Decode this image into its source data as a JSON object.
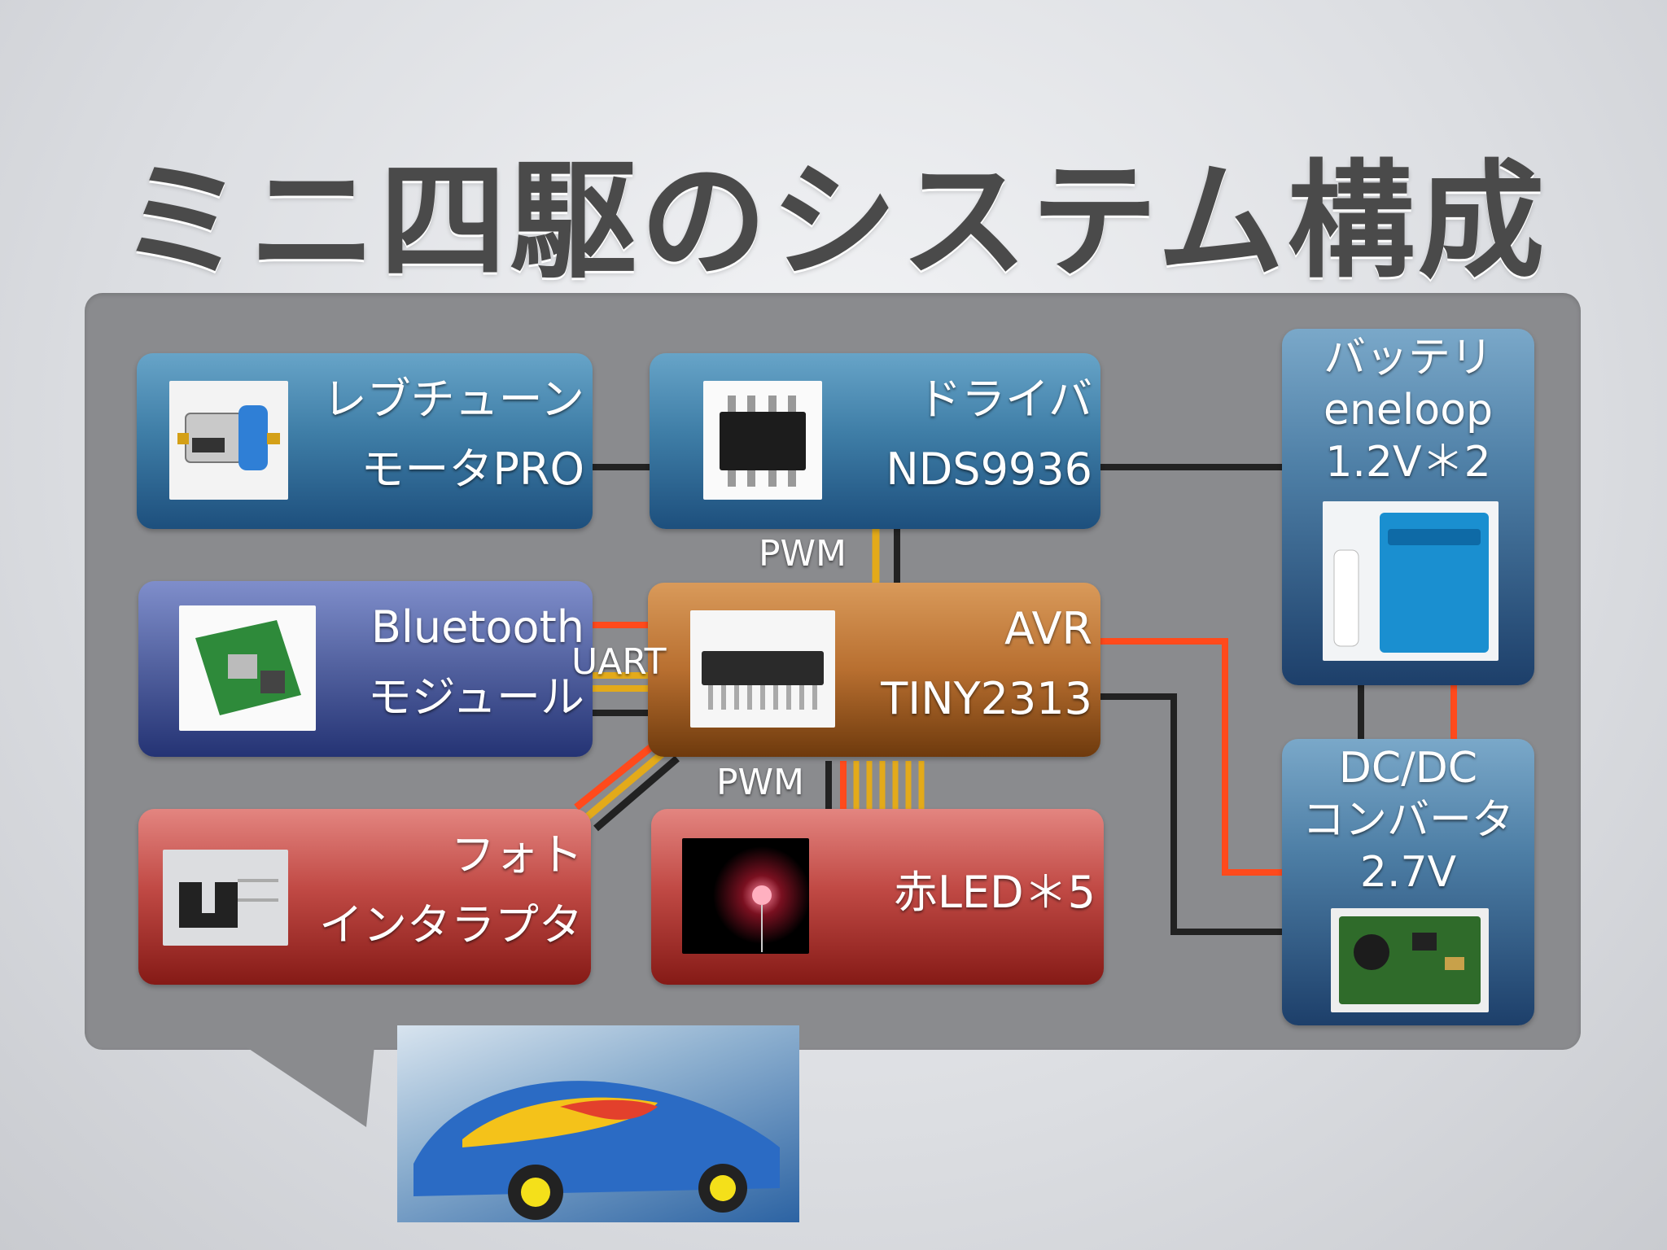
{
  "title": "ミニ四駆のシステム構成",
  "nodes": {
    "motor": {
      "line1": "レブチューン",
      "line2": "モータPRO"
    },
    "driver": {
      "line1": "ドライバ",
      "line2": "NDS9936"
    },
    "battery": {
      "line1": "バッテリ",
      "line2": "eneloop",
      "line3": "1.2V＊2"
    },
    "bluetooth": {
      "line1": "Bluetooth",
      "line2": "モジュール"
    },
    "avr": {
      "line1": "AVR",
      "line2": "TINY2313"
    },
    "photo": {
      "line1": "フォト",
      "line2": "インタラプタ"
    },
    "led": {
      "line1": "赤LED＊5"
    },
    "dcdc": {
      "line1": "DC/DC",
      "line2": "コンバータ",
      "line3": "2.7V"
    }
  },
  "wire_labels": {
    "pwm_top": "PWM",
    "uart": "UART",
    "pwm_bottom": "PWM"
  },
  "colors": {
    "wire_black": "#222222",
    "wire_red": "#ff4a1c",
    "wire_yellow": "#e3aa1a",
    "panel_gray": "#8a8b8e",
    "title_gray": "#4a4a4a"
  }
}
